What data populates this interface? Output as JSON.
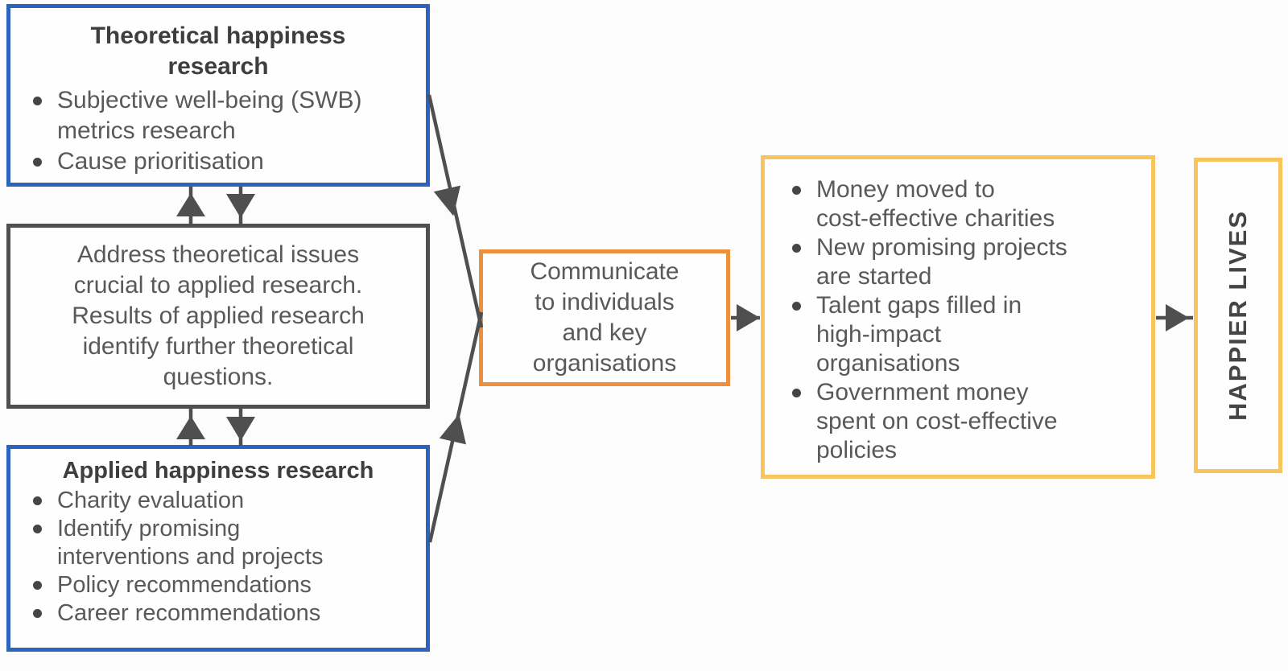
{
  "diagram": {
    "colors": {
      "blue_border": "#2c63be",
      "gray_border": "#4f4f4f",
      "orange_border": "#ee8f3e",
      "yellow_border": "#f6c55e",
      "arrow": "#4f4f4f",
      "title_text": "#3d3e40",
      "body_text": "#58595b",
      "background": "#fcfcfc"
    },
    "boxes": {
      "theoretical": {
        "title": "Theoretical happiness\nresearch",
        "bullets": [
          "Subjective well-being (SWB)\nmetrics research",
          "Cause prioritisation"
        ]
      },
      "bridge": {
        "text": "Address theoretical issues\ncrucial to applied research.\nResults of applied research\nidentify further theoretical\nquestions."
      },
      "applied": {
        "title": "Applied happiness research",
        "bullets": [
          "Charity evaluation",
          "Identify promising\ninterventions and projects",
          "Policy recommendations",
          "Career recommendations"
        ]
      },
      "communicate": {
        "text": "Communicate\nto individuals\nand key\norganisations"
      },
      "outcomes": {
        "bullets": [
          "Money moved to\ncost-effective charities",
          "New promising projects\nare started",
          "Talent gaps filled in\nhigh-impact\norganisations",
          "Government money\nspent on cost-effective\npolicies"
        ]
      },
      "goal": {
        "text": "HAPPIER LIVES"
      }
    }
  }
}
